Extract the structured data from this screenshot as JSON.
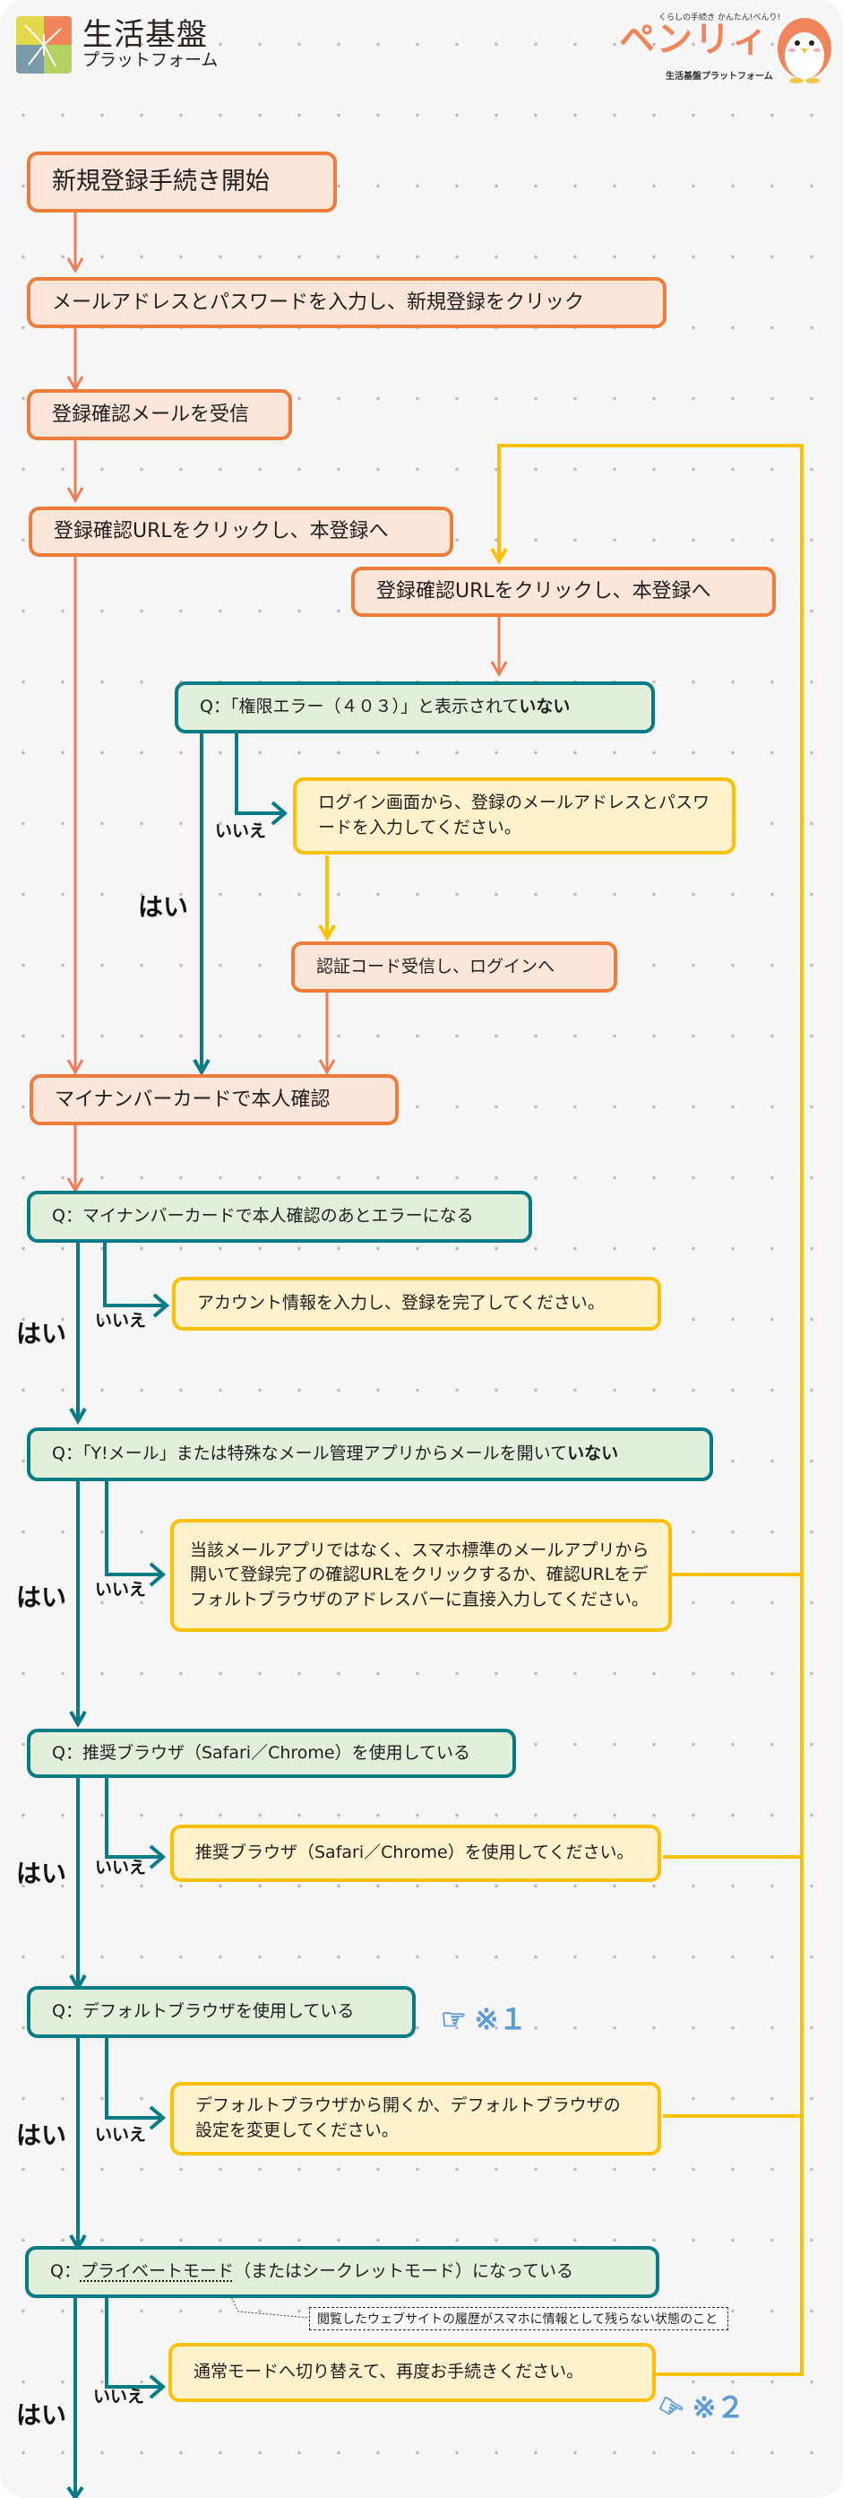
{
  "header": {
    "left_logo": {
      "title": "生活基盤",
      "subtitle": "プラットフォーム",
      "colors": [
        "#e3d84a",
        "#f0845a",
        "#7b9aa8",
        "#b3d262"
      ]
    },
    "right_logo": {
      "tagline": "くらしの手続き かんたん!べんり!",
      "name": "ペンリィ",
      "subtitle": "生活基盤プラットフォーム",
      "mascot": "penguin-mascot"
    }
  },
  "colors": {
    "process": "#ee7d3b",
    "process_fill": "#fce6d9",
    "question": "#047b85",
    "question_fill": "#e2efda",
    "answer": "#ffc000",
    "answer_fill": "#fff2cc",
    "note": "#5b9bd5"
  },
  "flow": {
    "start": "新規登録手続き開始",
    "step_input": "メールアドレスとパスワードを入力し、新規登録をクリック",
    "step_receive": "登録確認メールを受信",
    "step_click_url": "登録確認URLをクリックし、本登録へ",
    "step_click_url_retry": "登録確認URLをクリックし、本登録へ",
    "q1": {
      "prefix": "Q：「権限エラー（４０３）」と表示されて",
      "emphasis": "いない"
    },
    "a1": "ログイン画面から、登録のメールアドレスとパスワードを入力してください。",
    "step_auth_code": "認証コード受信し、ログインへ",
    "step_mynumber": "マイナンバーカードで本人確認",
    "q2": {
      "text": "Q：マイナンバーカードで本人確認のあとエラーになる"
    },
    "a2": "アカウント情報を入力し、登録を完了してください。",
    "q3": {
      "prefix": "Q：「Y!メール」または特殊なメール管理アプリからメールを開いて",
      "emphasis": "いない"
    },
    "a3": "当該メールアプリではなく、スマホ標準のメールアプリから開いて登録完了の確認URLをクリックするか、確認URLをデフォルトブラウザのアドレスバーに直接入力してください。",
    "q4": {
      "text": "Q：推奨ブラウザ（Safari／Chrome）を使用している"
    },
    "a4": "推奨ブラウザ（Safari／Chrome）を使用してください。",
    "q5": {
      "text": "Q：デフォルトブラウザを使用している"
    },
    "a5": "デフォルトブラウザから開くか、デフォルトブラウザの設定を変更してください。",
    "q6": {
      "prefix": "Q：",
      "term": "プライベートモード",
      "suffix": "（またはシークレットモード）になっている"
    },
    "q6_tooltip": "閲覧したウェブサイトの履歴がスマホに情報として残らない状態のこと",
    "a6": "通常モードへ切り替えて、再度お手続きください。",
    "yes_label": "はい",
    "no_label": "いいえ",
    "note1": "※１",
    "note2": "※２"
  }
}
